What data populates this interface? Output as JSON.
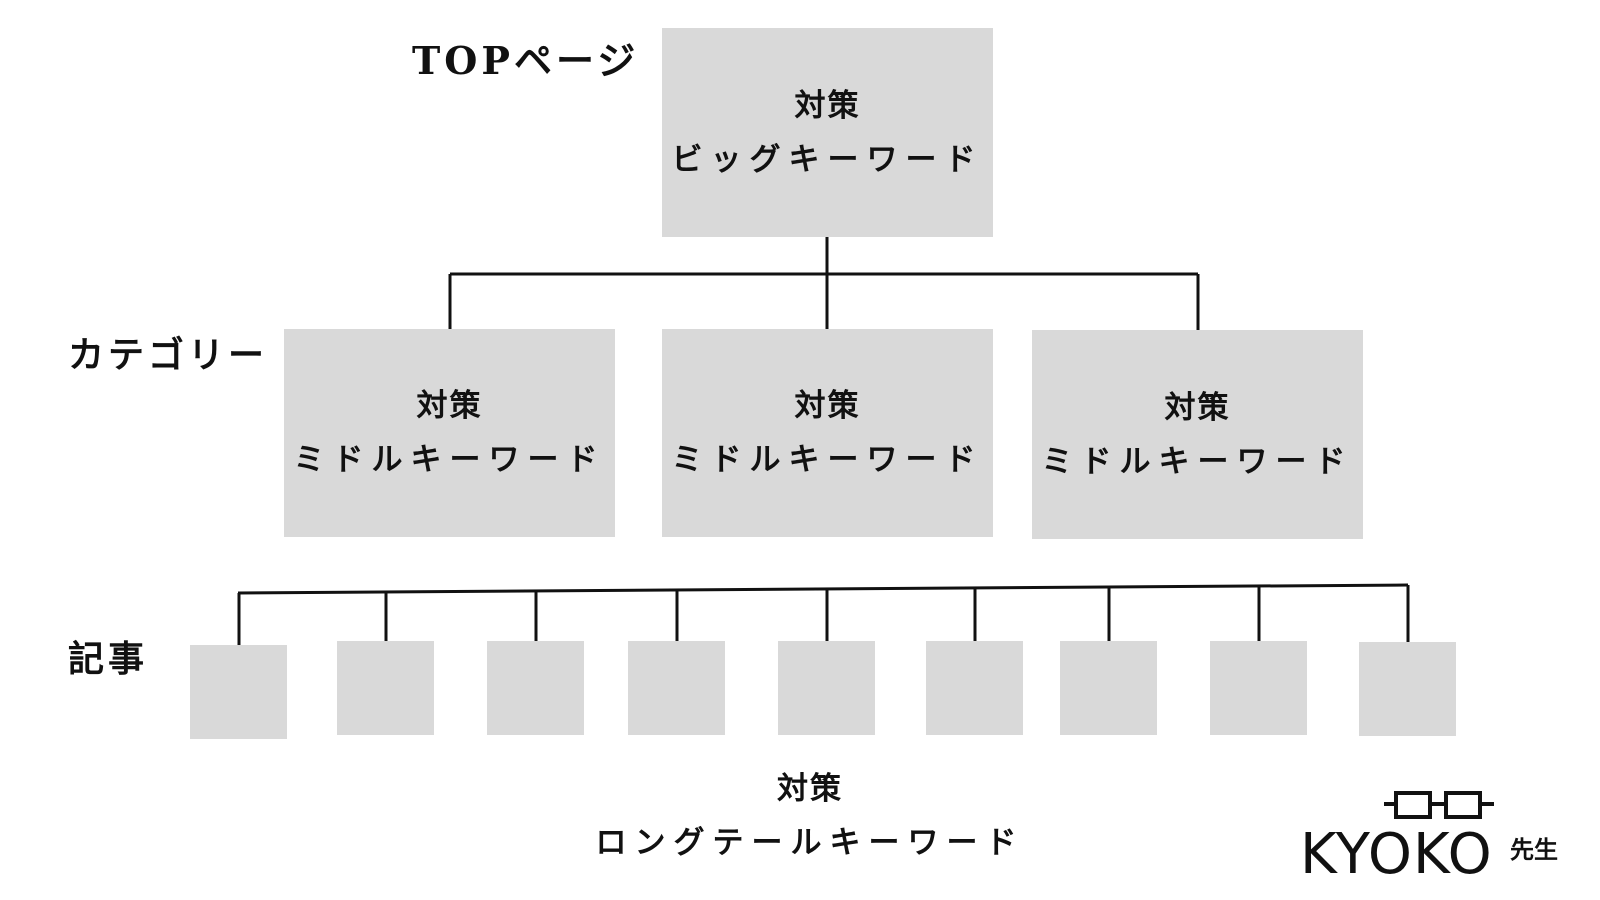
{
  "levels": {
    "top": "TOPページ",
    "category": "カテゴリー",
    "article": "記事"
  },
  "top_box": {
    "line1": "対策",
    "line2": "ビッグキーワード"
  },
  "category_boxes": [
    {
      "line1": "対策",
      "line2": "ミドルキーワード"
    },
    {
      "line1": "対策",
      "line2": "ミドルキーワード"
    },
    {
      "line1": "対策",
      "line2": "ミドルキーワード"
    }
  ],
  "article_caption": {
    "line1": "対策",
    "line2": "ロングテールキーワード"
  },
  "logo": {
    "name": "KYOKO",
    "suffix": "先生",
    "icon": "glasses-icon",
    "accent_color": "#1a9a4a"
  },
  "colors": {
    "box_fill": "#d9d9d9",
    "line": "#111111",
    "text": "#111111"
  }
}
